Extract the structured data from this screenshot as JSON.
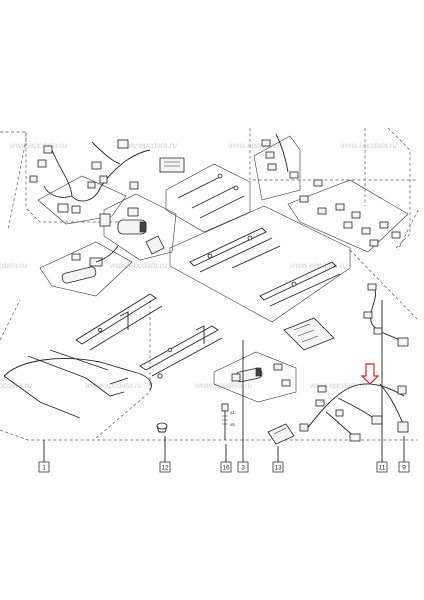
{
  "watermark": "www.epcdata.ru",
  "callouts": [
    {
      "id": "c1",
      "label": "1"
    },
    {
      "id": "c12",
      "label": "12"
    },
    {
      "id": "c16",
      "label": "16"
    },
    {
      "id": "c3",
      "label": "3"
    },
    {
      "id": "c13",
      "label": "13"
    },
    {
      "id": "c11",
      "label": "11"
    },
    {
      "id": "c9",
      "label": "9",
      "highlight": "#2a9a3a"
    }
  ],
  "part_marks": {
    "x1": "x1",
    "x6": "x6"
  },
  "arrow_color": "#d42020"
}
